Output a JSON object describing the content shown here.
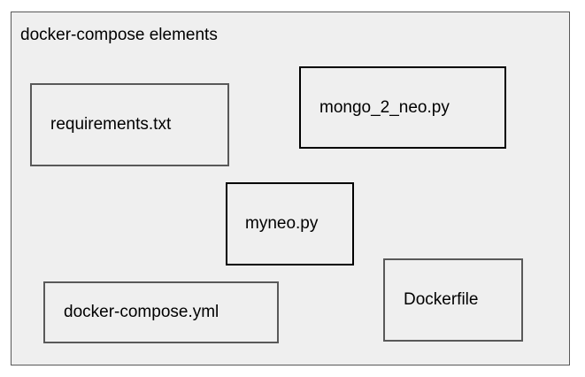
{
  "diagram": {
    "container": {
      "title": "docker-compose elements"
    },
    "elements": {
      "requirements": "requirements.txt",
      "mongo_to_neo": "mongo_2_neo.py",
      "myneo": "myneo.py",
      "docker_compose_yml": "docker-compose.yml",
      "dockerfile": "Dockerfile"
    },
    "colors": {
      "background": "#efefef",
      "border_gray": "#595959",
      "border_black": "#000000",
      "text": "#000000"
    }
  }
}
